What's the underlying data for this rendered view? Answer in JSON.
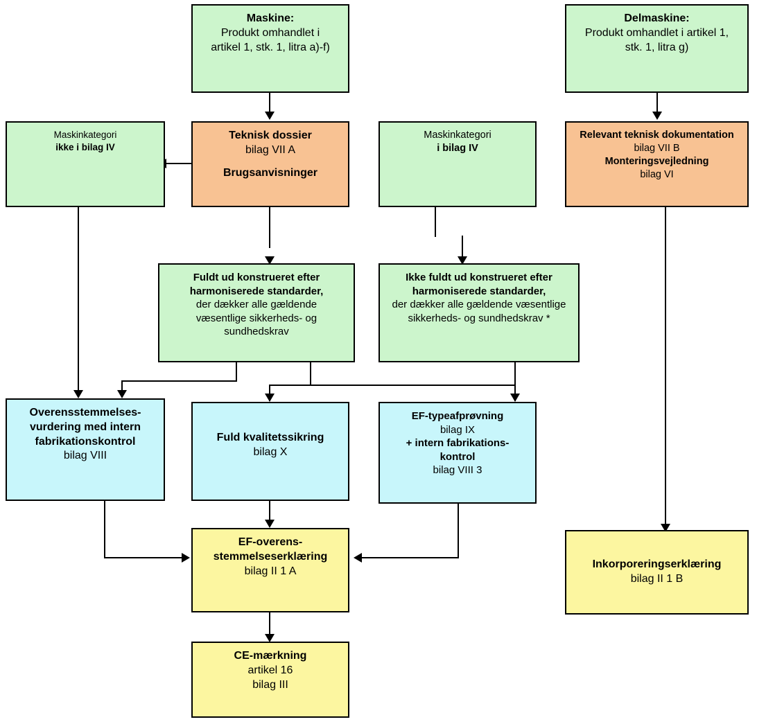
{
  "diagram": {
    "title": "Maskindirektivet - overensstemmelsesvurdering flowchart",
    "colors": {
      "green": "#ccf5cc",
      "orange": "#f8c293",
      "blue": "#c8f6fb",
      "yellow": "#fcf6a0",
      "border": "#000000",
      "background": "#ffffff"
    },
    "nodes": {
      "maskine": {
        "line1": "Maskine:",
        "line2": "Produkt omhandlet i",
        "line3": "artikel 1, stk. 1, litra a)-f)"
      },
      "delmaskine": {
        "line1": "Delmaskine:",
        "line2": "Produkt omhandlet i artikel 1,",
        "line3": "stk. 1, litra g)"
      },
      "kategori_ikke_bilag4": {
        "line1": "Maskinkategori",
        "line2": "ikke i bilag IV"
      },
      "teknisk_dossier": {
        "line1": "Teknisk dossier",
        "line2": "bilag VII A",
        "line3": "Brugsanvisninger"
      },
      "kategori_i_bilag4": {
        "line1": "Maskinkategori",
        "line2": "i bilag IV"
      },
      "relevant_dokumentation": {
        "line1": "Relevant teknisk dokumentation",
        "line2": "bilag VII B",
        "line3": "Monteringsvejledning",
        "line4": "bilag VI"
      },
      "fuldt_ud": {
        "line1": "Fuldt ud konstrueret efter",
        "line2": "harmoniserede standarder,",
        "line3": "der dækker alle gældende",
        "line4": "væsentlige sikkerheds- og",
        "line5": "sundhedskrav"
      },
      "ikke_fuldt_ud": {
        "line1": "Ikke fuldt ud konstrueret efter",
        "line2": "harmoniserede standarder,",
        "line3": "der dækker alle gældende væsentlige",
        "line4": "sikkerheds- og sundhedskrav *"
      },
      "intern_fabrikationskontrol": {
        "line1": "Overensstemmelses-",
        "line2": "vurdering med intern",
        "line3": "fabrikationskontrol",
        "line4": "bilag VIII"
      },
      "fuld_kvalitetssikring": {
        "line1": "Fuld kvalitetssikring",
        "line2": "bilag X"
      },
      "ef_typeafproevning": {
        "line1": "EF-typeafprøvning",
        "line2": "bilag IX",
        "line3": "+ intern fabrikations-",
        "line4": "kontrol",
        "line5": "bilag VIII 3"
      },
      "ef_erklaering": {
        "line1": "EF-overens-",
        "line2": "stemmelseserklæring",
        "line3": "bilag II 1 A"
      },
      "inkorporeringserklaering": {
        "line1": "Inkorporeringserklæring",
        "line2": "bilag II 1 B"
      },
      "ce_maerkning": {
        "line1": "CE-mærkning",
        "line2": "artikel 16",
        "line3": "bilag III"
      }
    }
  }
}
